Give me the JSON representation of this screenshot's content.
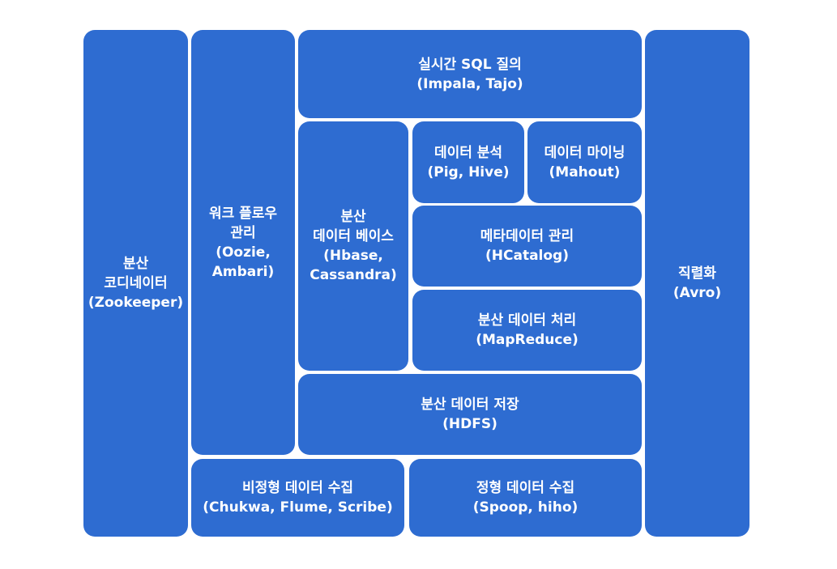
{
  "diagram": {
    "color": "#2e6cd1",
    "blocks": {
      "zookeeper": {
        "lines": [
          "분산",
          "코디네이터",
          "(Zookeeper)"
        ]
      },
      "workflow": {
        "lines": [
          "워크 플로우",
          "관리",
          "(Oozie,",
          "Ambari)"
        ]
      },
      "sql": {
        "lines": [
          "실시간 SQL 질의",
          "(Impala, Tajo)"
        ]
      },
      "hbase": {
        "lines": [
          "분산",
          "데이터 베이스",
          "(Hbase,",
          "Cassandra)"
        ]
      },
      "analysis": {
        "lines": [
          "데이터 분석",
          "(Pig, Hive)"
        ]
      },
      "mining": {
        "lines": [
          "데이터 마이닝",
          "(Mahout)"
        ]
      },
      "metadata": {
        "lines": [
          "메타데이터 관리",
          "(HCatalog)"
        ]
      },
      "mapreduce": {
        "lines": [
          "분산 데이터 처리",
          "(MapReduce)"
        ]
      },
      "hdfs": {
        "lines": [
          "분산 데이터 저장",
          "(HDFS)"
        ]
      },
      "unstructured": {
        "lines": [
          "비정형 데이터 수집",
          "(Chukwa, Flume, Scribe)"
        ]
      },
      "structured": {
        "lines": [
          "정형 데이터 수집",
          "(Spoop, hiho)"
        ]
      },
      "avro": {
        "lines": [
          "직렬화",
          "(Avro)"
        ]
      }
    }
  }
}
